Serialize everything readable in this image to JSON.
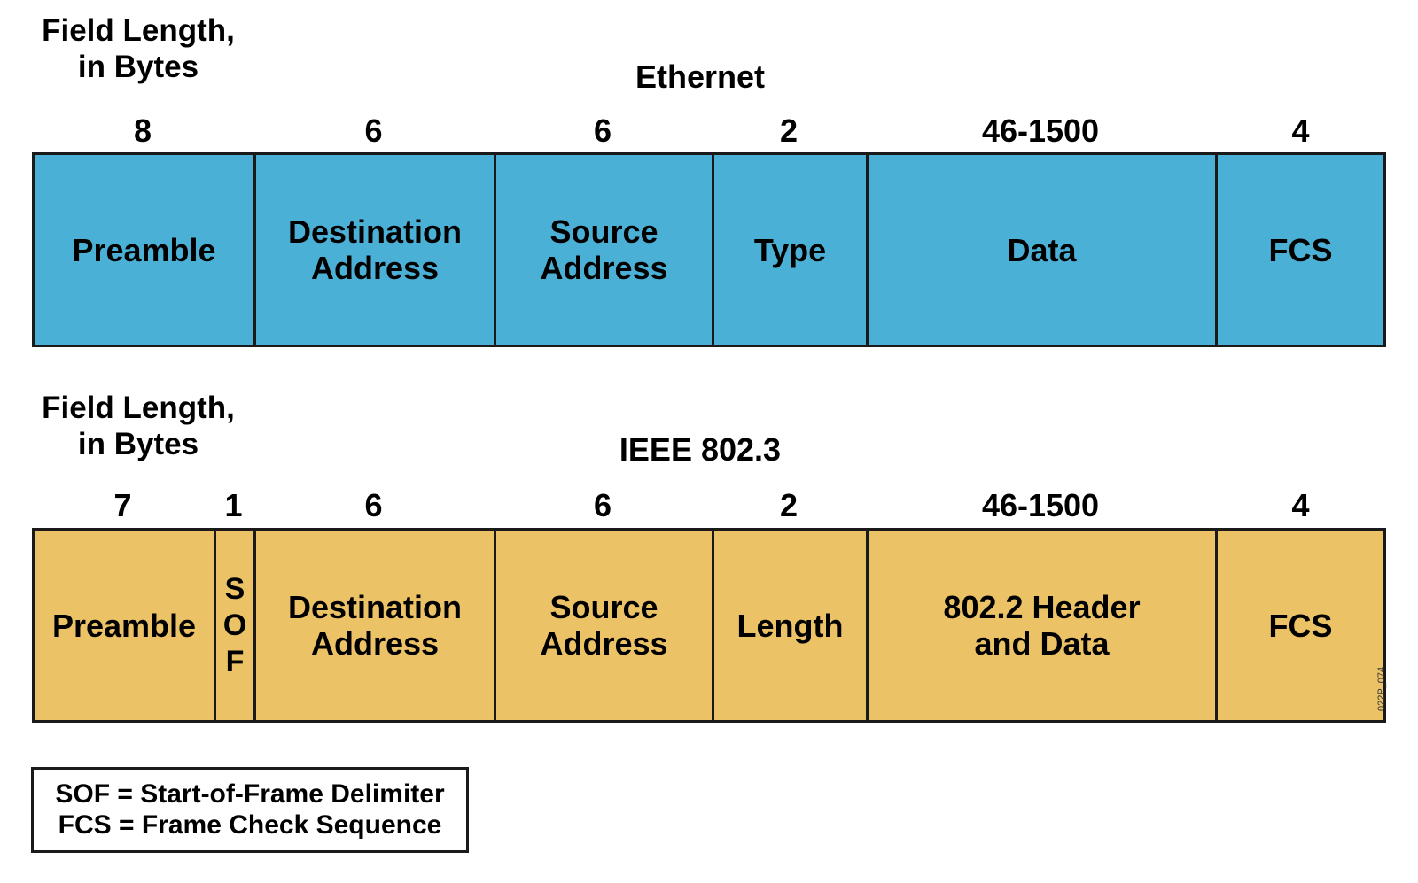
{
  "ethernet": {
    "field_length_label_line1": "Field Length,",
    "field_length_label_line2": "in Bytes",
    "title": "Ethernet",
    "color": "#4BB0D6",
    "lengths": [
      "8",
      "6",
      "6",
      "2",
      "46-1500",
      "4"
    ],
    "fields": [
      {
        "line1": "Preamble",
        "line2": ""
      },
      {
        "line1": "Destination",
        "line2": "Address"
      },
      {
        "line1": "Source",
        "line2": "Address"
      },
      {
        "line1": "Type",
        "line2": ""
      },
      {
        "line1": "Data",
        "line2": ""
      },
      {
        "line1": "FCS",
        "line2": ""
      }
    ]
  },
  "ieee": {
    "field_length_label_line1": "Field Length,",
    "field_length_label_line2": "in Bytes",
    "title": "IEEE 802.3",
    "color": "#ECC267",
    "lengths": [
      "7",
      "1",
      "6",
      "6",
      "2",
      "46-1500",
      "4"
    ],
    "fields": [
      {
        "line1": "Preamble",
        "line2": ""
      },
      {
        "sof_letters": [
          "S",
          "O",
          "F"
        ]
      },
      {
        "line1": "Destination",
        "line2": "Address"
      },
      {
        "line1": "Source",
        "line2": "Address"
      },
      {
        "line1": "Length",
        "line2": ""
      },
      {
        "line1": "802.2 Header",
        "line2": "and Data"
      },
      {
        "line1": "FCS",
        "line2": ""
      }
    ]
  },
  "legend": {
    "line1": "SOF = Start-of-Frame Delimiter",
    "line2": "FCS = Frame Check Sequence"
  },
  "figure_code": "022P_074"
}
